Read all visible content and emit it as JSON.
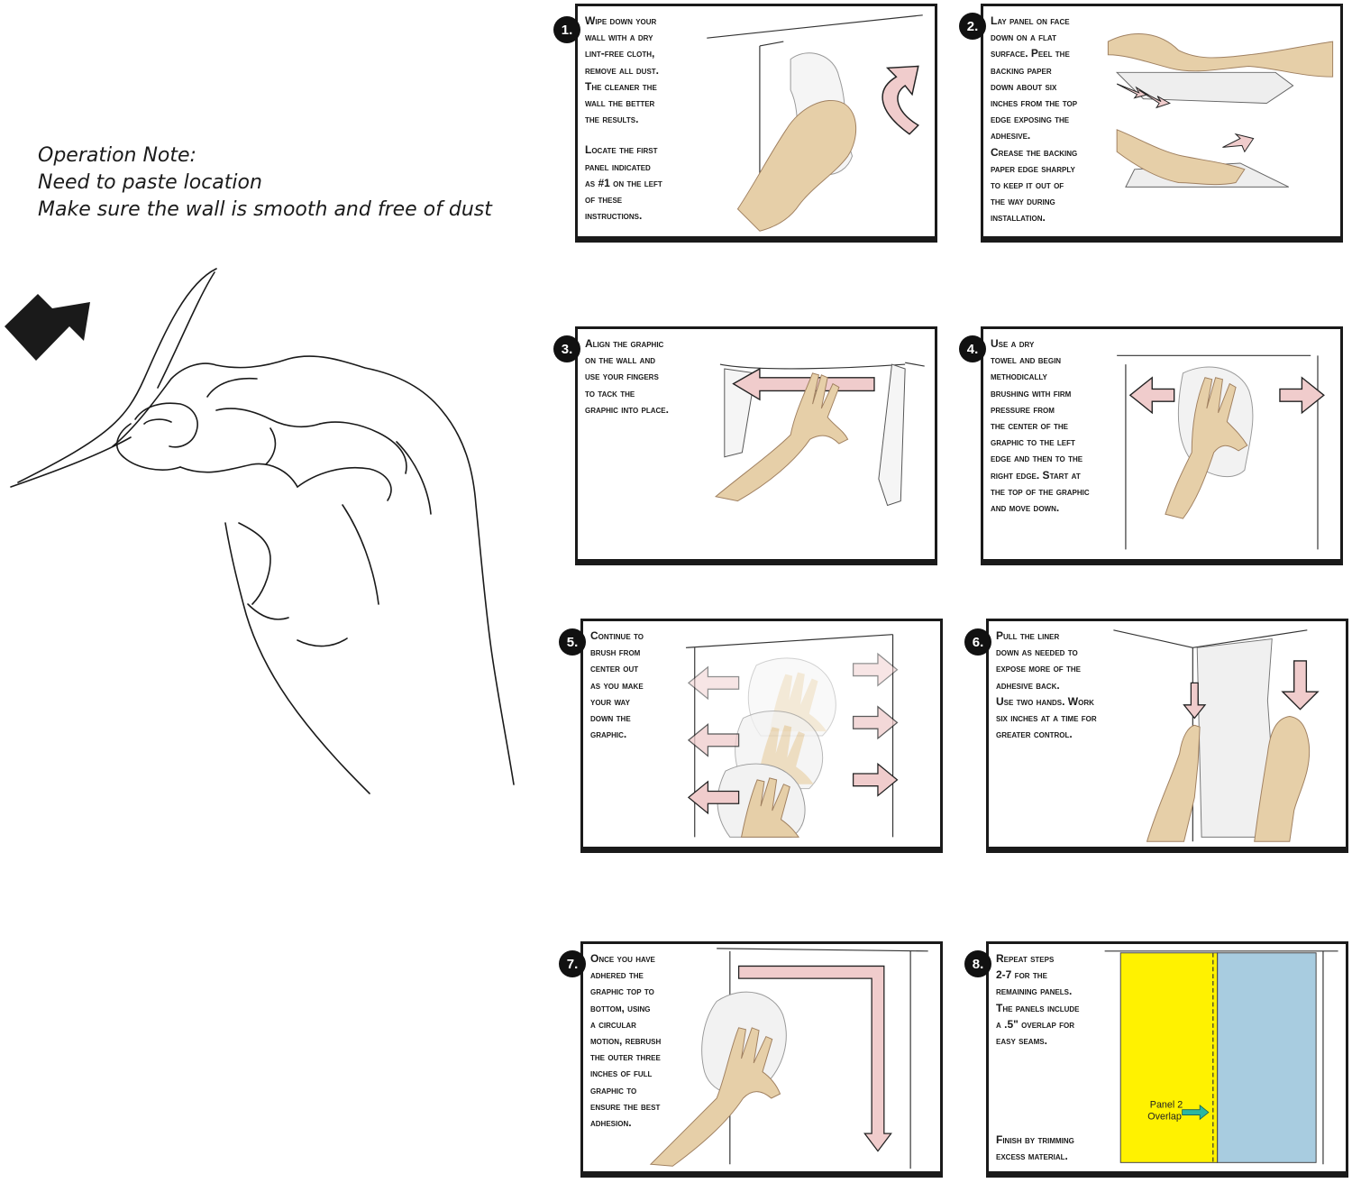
{
  "note": {
    "line1": "Operation Note:",
    "line2": "Need to paste location",
    "line3": "Make sure the wall is smooth and free of dust"
  },
  "steps": [
    {
      "num": "1.",
      "lines": [
        "Wipe down your",
        "wall with a dry",
        "lint-free cloth,",
        "remove all dust.",
        "The cleaner the",
        "wall the better",
        "the results."
      ],
      "lines2": [
        "Locate the first",
        "panel indicated",
        "as #1 on the left",
        "of these",
        "instructions."
      ]
    },
    {
      "num": "2.",
      "lines": [
        "Lay panel on face",
        "down on a flat",
        "surface. Peel the",
        "backing paper",
        "down about six",
        "inches from the top",
        "edge exposing the",
        "adhesive.",
        "Crease the backing",
        "paper edge sharply",
        "to keep it out of",
        "the way during",
        "installation."
      ]
    },
    {
      "num": "3.",
      "lines": [
        "Align the graphic",
        "on the wall and",
        "use your fingers",
        "to tack the",
        "graphic into place."
      ]
    },
    {
      "num": "4.",
      "lines": [
        "Use a dry",
        "towel and begin",
        "methodically",
        "brushing with firm",
        "pressure from",
        "the center of the",
        "graphic to the left",
        "edge and then to the",
        "right edge. Start at",
        "the top of the graphic",
        "and move down."
      ]
    },
    {
      "num": "5.",
      "lines": [
        "Continue to",
        "brush from",
        "center out",
        "as you make",
        "your way",
        "down the",
        "graphic."
      ]
    },
    {
      "num": "6.",
      "lines": [
        "Pull the liner",
        "down as needed to",
        "expose more of the",
        "adhesive back.",
        "Use two hands. Work",
        "six inches at a time for",
        "greater control."
      ]
    },
    {
      "num": "7.",
      "lines": [
        "Once you have",
        "adhered the",
        "graphic top to",
        "bottom, using",
        "a circular",
        "motion, rebrush",
        "the outer three",
        "inches of full",
        "graphic to",
        "ensure the best",
        "adhesion."
      ]
    },
    {
      "num": "8.",
      "lines": [
        "Repeat steps",
        "2-7 for the",
        "remaining panels.",
        "The panels include",
        "a .5\" overlap for",
        "easy seams."
      ],
      "tail": [
        "Finish by trimming",
        "excess material."
      ],
      "overlap_label_1": "Panel 2",
      "overlap_label_2": "Overlap"
    }
  ],
  "colors": {
    "skin": "#e6cfa8",
    "arrow_pink": "#f0cccc",
    "panel_yellow": "#fff200",
    "panel_blue": "#a8cce0",
    "overlap_arrow": "#2bb6a0"
  }
}
